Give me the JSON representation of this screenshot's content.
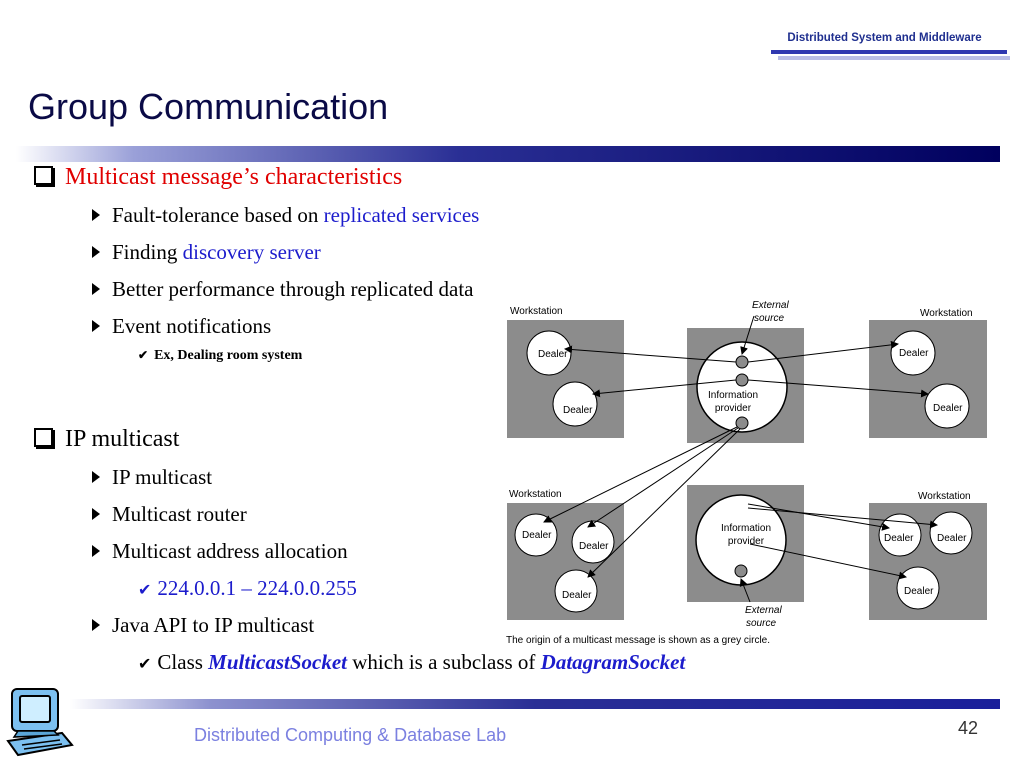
{
  "header": {
    "tag": "Distributed System and Middleware",
    "title": "Group Communication"
  },
  "bullets": {
    "b1": {
      "label": "Multicast message’s characteristics",
      "items": {
        "i1": {
          "text": "Fault-tolerance based on ",
          "highlight": "replicated services"
        },
        "i2": {
          "text": "Finding ",
          "highlight": "discovery server"
        },
        "i3": {
          "text": "Better performance through replicated data"
        },
        "i4": {
          "text": "Event notifications",
          "sub": "Ex, Dealing room system"
        }
      }
    },
    "b2": {
      "label": "IP multicast",
      "items": {
        "i1": {
          "text": "IP multicast"
        },
        "i2": {
          "text": "Multicast router"
        },
        "i3": {
          "text": "Multicast address allocation",
          "sub": "224.0.0.1 – 224.0.0.255"
        },
        "i4": {
          "text": "Java API to IP multicast",
          "sub_prefix": "Class ",
          "sub_class1": "MulticastSocket",
          "sub_middle": " which is a subclass of ",
          "sub_class2": "DatagramSocket"
        }
      }
    }
  },
  "diagram": {
    "workstation": "Workstation",
    "dealer": "Dealer",
    "info_line1": "Information",
    "info_line2": "provider",
    "ext_line1": "External",
    "ext_line2": "source",
    "caption": "The origin of a multicast message is shown as a grey circle."
  },
  "footer": {
    "lab": "Distributed Computing & Database Lab",
    "page": "42"
  },
  "colors": {
    "accent_red": "#e00000",
    "accent_blue": "#1c1ccc",
    "title_bar": "#00005e"
  }
}
